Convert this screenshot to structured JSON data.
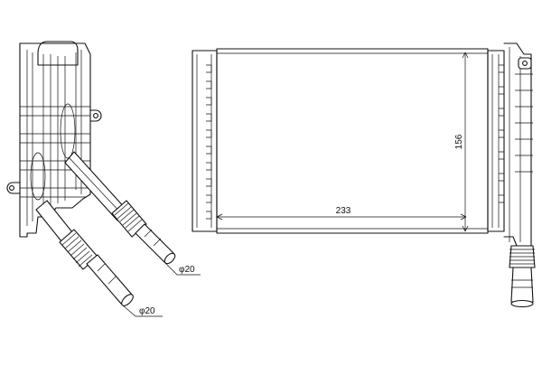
{
  "dimensions": {
    "width_label": "233",
    "height_label": "156",
    "pipe_upper_label": "φ20",
    "pipe_lower_label": "φ20"
  }
}
